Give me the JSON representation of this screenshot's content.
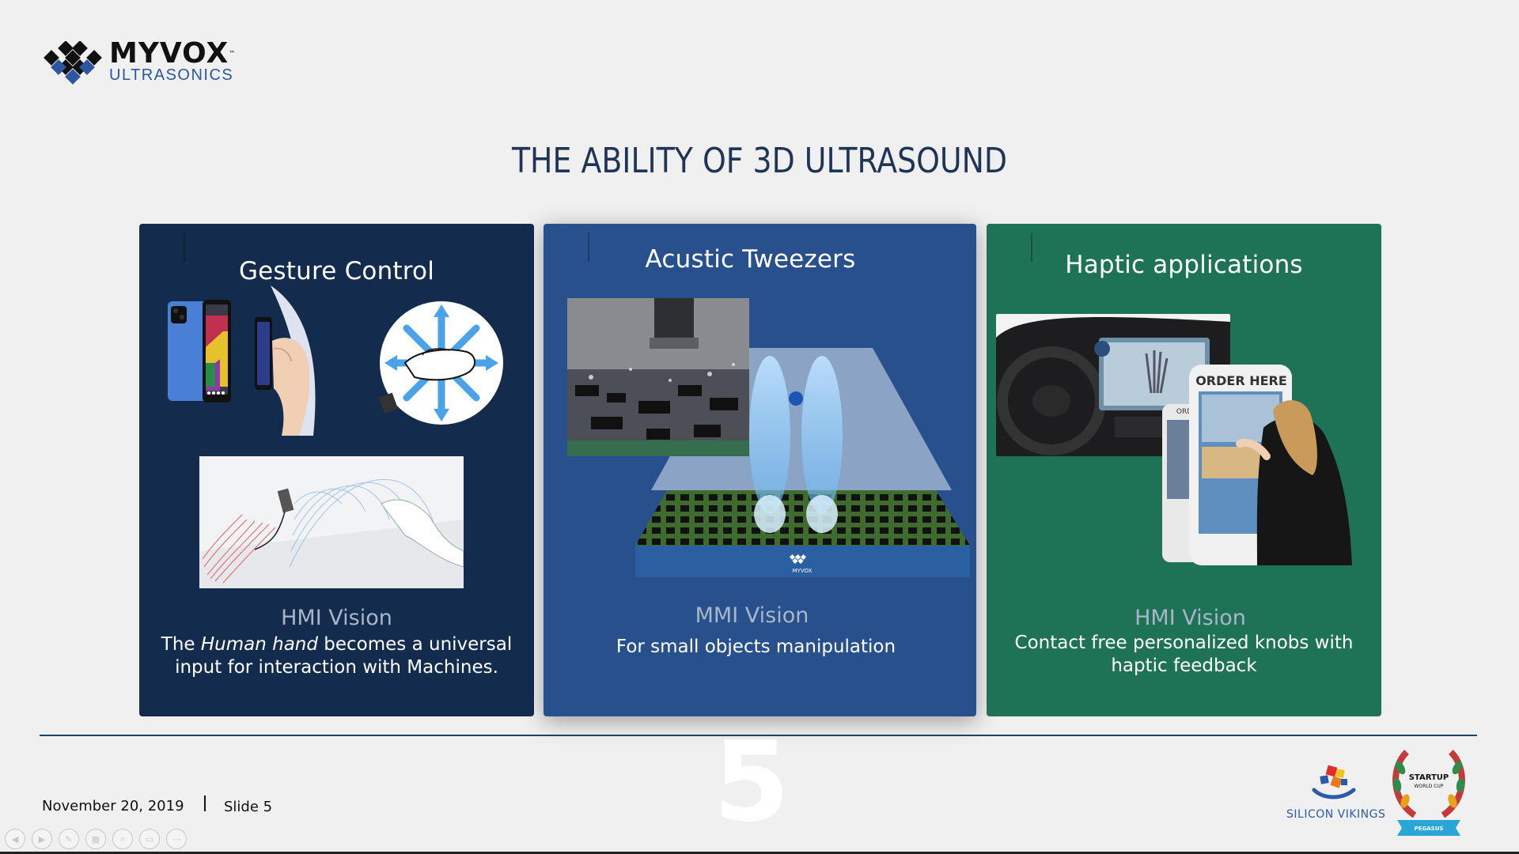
{
  "logo": {
    "brand": "MYVOX",
    "sub": "ULTRASONICS",
    "tm": "™"
  },
  "slide": {
    "title": "THE ABILITY OF 3D ULTRASOUND"
  },
  "cards": [
    {
      "title": "Gesture Control",
      "subtitle": "HMI Vision",
      "desc_prefix": "The ",
      "desc_italic": "Human hand",
      "desc_rest": "  becomes a universal",
      "desc_line2": "input for interaction with Machines."
    },
    {
      "title": "Acustic Tweezers",
      "subtitle": "MMI Vision",
      "desc": "For small objects manipulation",
      "board_brand": "MYVOX"
    },
    {
      "title": "Haptic applications",
      "subtitle": "HMI Vision",
      "desc_line1": "Contact free personalized knobs with",
      "desc_line2": "haptic feedback",
      "kiosk_sign": "ORDER HERE",
      "kiosk_sign_small": "ORD"
    }
  ],
  "footer": {
    "date": "November 20, 2019",
    "slide_label": "Slide 5",
    "page_number": "5",
    "partner_1": "SILICON VIKINGS",
    "badge_line1": "STARTUP",
    "badge_line2": "WORLD CUP",
    "badge_ribbon": "PEGASUS"
  },
  "controls": [
    "prev-icon",
    "next-icon",
    "pen-icon",
    "slides-icon",
    "zoom-icon",
    "subtitles-icon",
    "more-icon"
  ],
  "colors": {
    "background": "#f0f0f0",
    "card_dark_navy": "#132c4e",
    "card_blue": "#27508c",
    "card_green": "#1e7256",
    "brand_blue": "#2c56a0",
    "title": "#1f3556"
  }
}
